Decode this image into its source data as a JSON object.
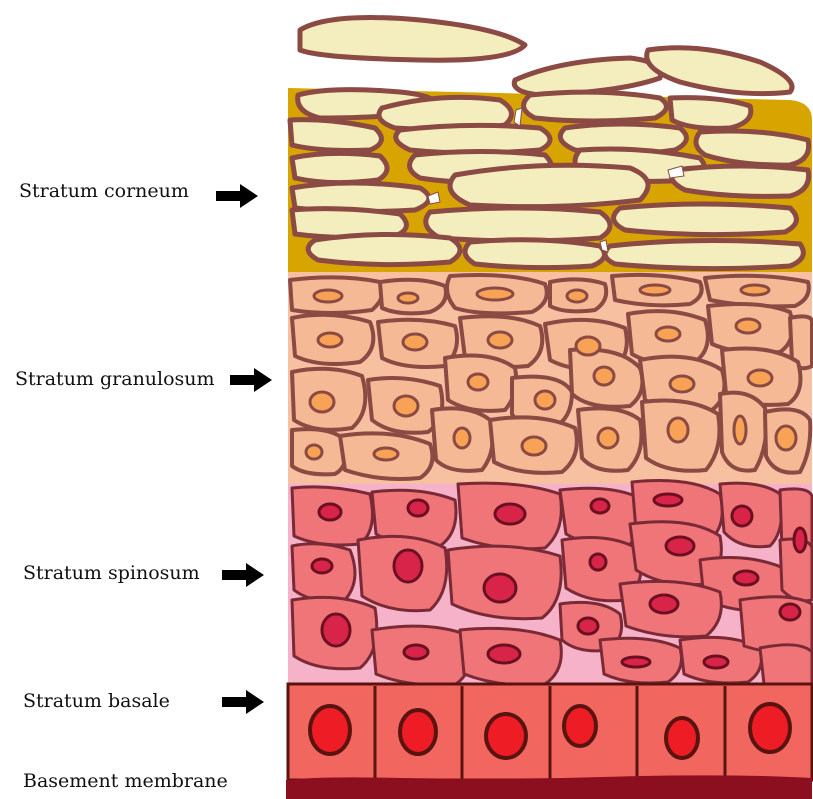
{
  "layers": [
    {
      "key": "corneum",
      "label": "Stratum corneum",
      "fill": "#d8a400",
      "cell_fill": "#f4eebe"
    },
    {
      "key": "granulosum",
      "label": "Stratum granulosum",
      "fill": "#f7c0a0",
      "cell_fill": "#f5ba95",
      "nucleus_fill": "#f7a255"
    },
    {
      "key": "spinosum",
      "label": "Stratum spinosum",
      "fill": "#f5b2c8",
      "cell_fill": "#ef7579",
      "nucleus_fill": "#d9244a"
    },
    {
      "key": "basale",
      "label": "Stratum basale",
      "fill": "#f26660",
      "cell_fill": "#f26660",
      "nucleus_fill": "#ee1c24"
    }
  ],
  "basement_membrane": {
    "label": "Basement membrane",
    "fill": "#8b0f1f"
  },
  "colors": {
    "outline": "#8b4a44",
    "arrow": "#000000"
  }
}
